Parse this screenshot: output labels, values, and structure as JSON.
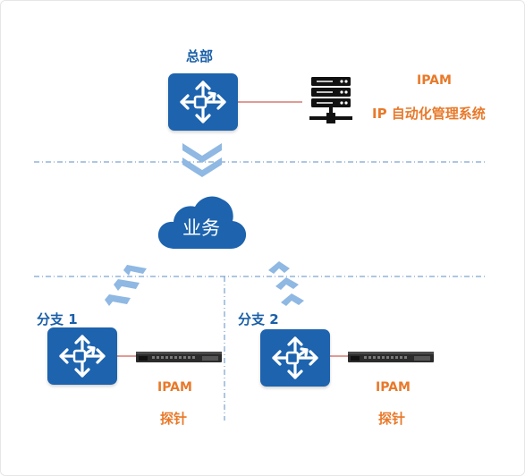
{
  "hq": {
    "label": "总部"
  },
  "ipam_system": {
    "title": "IPAM",
    "subtitle": "IP 自动化管理系统"
  },
  "cloud": {
    "label": "业务"
  },
  "branches": [
    {
      "label": "分支 1",
      "probe_title": "IPAM",
      "probe_name": "探针"
    },
    {
      "label": "分支 2",
      "probe_title": "IPAM",
      "probe_name": "探针"
    }
  ],
  "colors": {
    "brand_blue": "#1d63ae",
    "label_blue": "#1a5fa8",
    "accent_orange": "#e8792a",
    "link_red": "#c0392b",
    "arrow_light_blue": "#8fb8e3"
  },
  "icons": [
    "router-icon",
    "server-icon",
    "cloud-icon",
    "probe-device-icon",
    "chevron-down-icon",
    "chevron-up-icon"
  ]
}
